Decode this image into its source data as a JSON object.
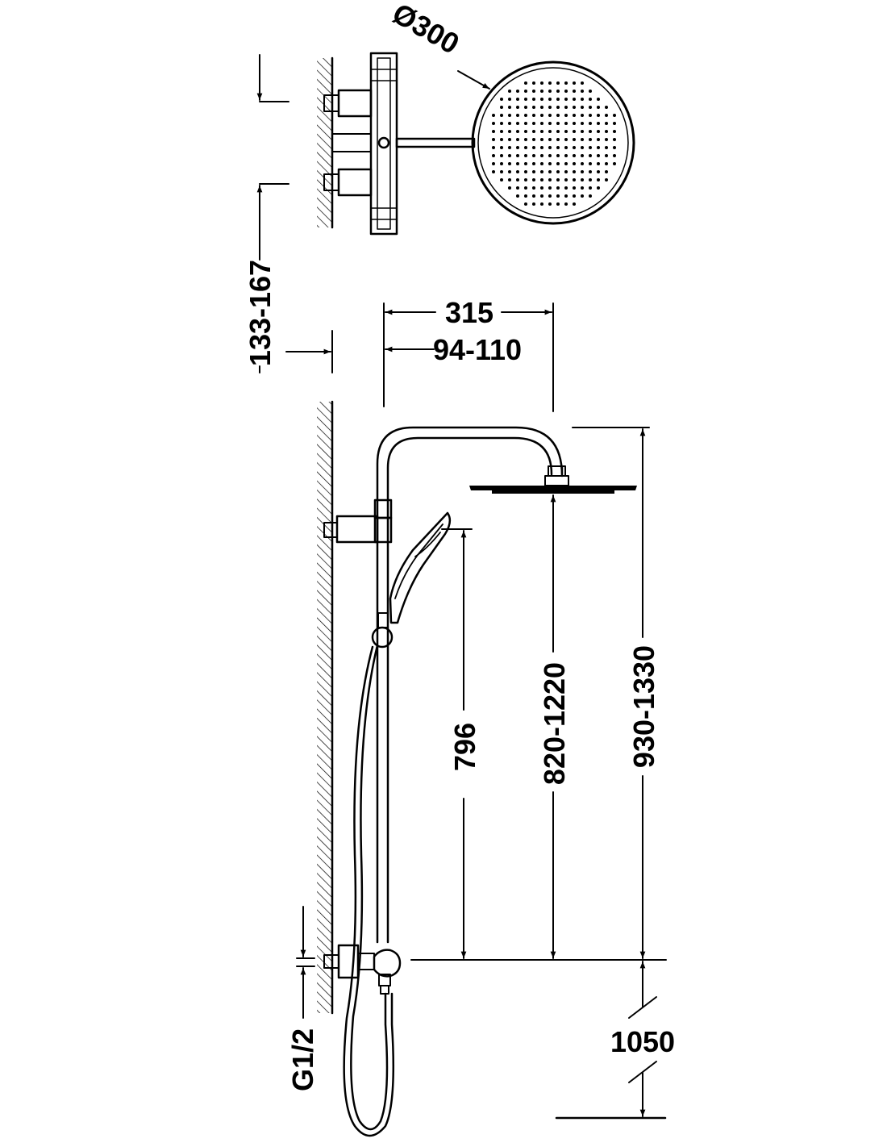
{
  "dimensions": {
    "head_diameter": "Ø300",
    "arm_projection": "315",
    "wall_offset": "94-110",
    "wall_depth": "133-167",
    "hand_shower_height": "796",
    "head_height_range": "820-1220",
    "total_height_range": "930-1330",
    "mount_height": "1050",
    "inlet_thread": "G1/2"
  },
  "colors": {
    "ink": "#000000",
    "paper": "#ffffff"
  }
}
